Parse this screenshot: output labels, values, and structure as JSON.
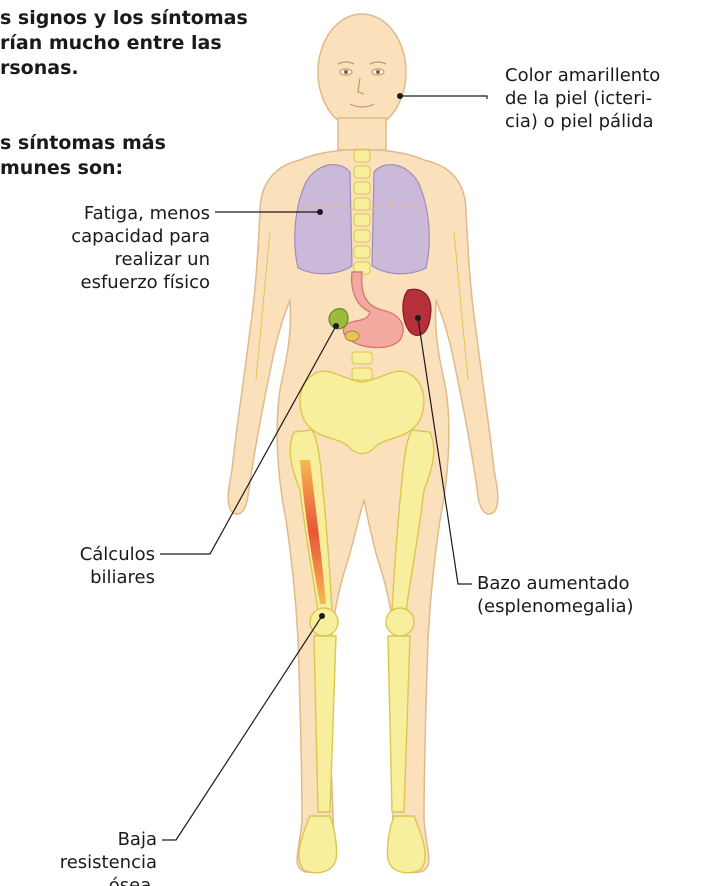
{
  "intro": {
    "lines": [
      "s signos y los síntomas",
      "rían mucho entre las",
      "rsonas."
    ]
  },
  "common_heading": {
    "lines": [
      "s síntomas más",
      "munes son:"
    ]
  },
  "labels": {
    "skin": [
      "Color amarillento",
      "de la piel (icteri-",
      "cia) o piel pálida"
    ],
    "fatigue": [
      "Fatiga, menos",
      "capacidad para",
      "realizar un",
      "esfuerzo físico"
    ],
    "gallstones": [
      "Cálculos",
      "biliares"
    ],
    "spleen": [
      "Bazo aumentado",
      "(esplenomegalia)"
    ],
    "bone": [
      "Baja",
      "resistencia",
      "ósea."
    ]
  },
  "colors": {
    "skin_fill": "#fbe0bc",
    "skin_stroke": "#e2b98a",
    "lungs": "#c9b7dc",
    "bone_fill": "#f8ef9e",
    "bone_stroke": "#dcc64e",
    "stomach": "#f3a9a0",
    "spleen": "#b5303a",
    "gallbladder": "#9cbb3c",
    "marrow": "#e8432e"
  }
}
